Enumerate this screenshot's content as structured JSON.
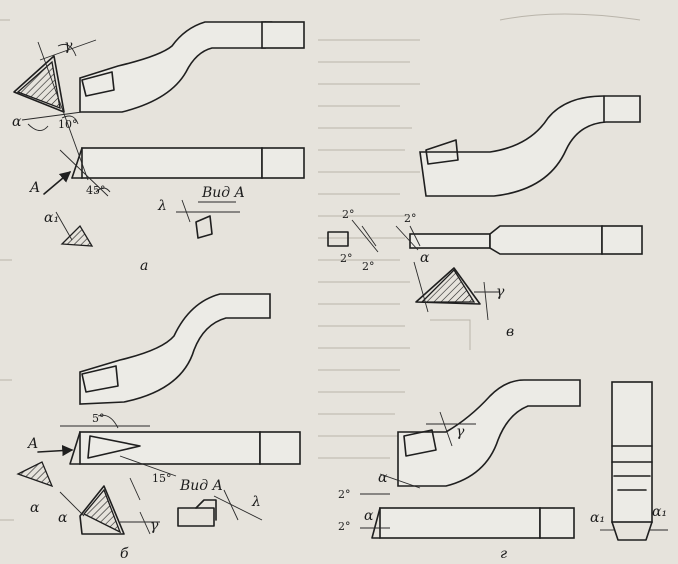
{
  "figure": {
    "panel_a": {
      "caption": "а",
      "gamma": "γ",
      "alpha": "α",
      "alpha1": "α₁",
      "lambda": "λ",
      "angle_10": "10°",
      "angle_45": "45°",
      "arrow": "A",
      "view": "Вид A"
    },
    "panel_b": {
      "caption": "б",
      "arrow": "A",
      "alpha_left": "α",
      "alpha_right": "α",
      "gamma": "γ",
      "lambda": "λ",
      "angle_5": "5°",
      "angle_15": "15°",
      "view": "Вид A"
    },
    "panel_v": {
      "caption": "в",
      "angle_2a": "2°",
      "angle_2b": "2°",
      "angle_2c": "2°",
      "angle_2d": "2°",
      "alpha": "α",
      "gamma": "γ"
    },
    "panel_g": {
      "caption": "г",
      "gamma": "γ",
      "alpha_top": "α",
      "alpha_side": "α",
      "angle_2a": "2°",
      "angle_2b": "2°",
      "alpha1_left": "α₁",
      "alpha1_right": "α₁"
    }
  }
}
